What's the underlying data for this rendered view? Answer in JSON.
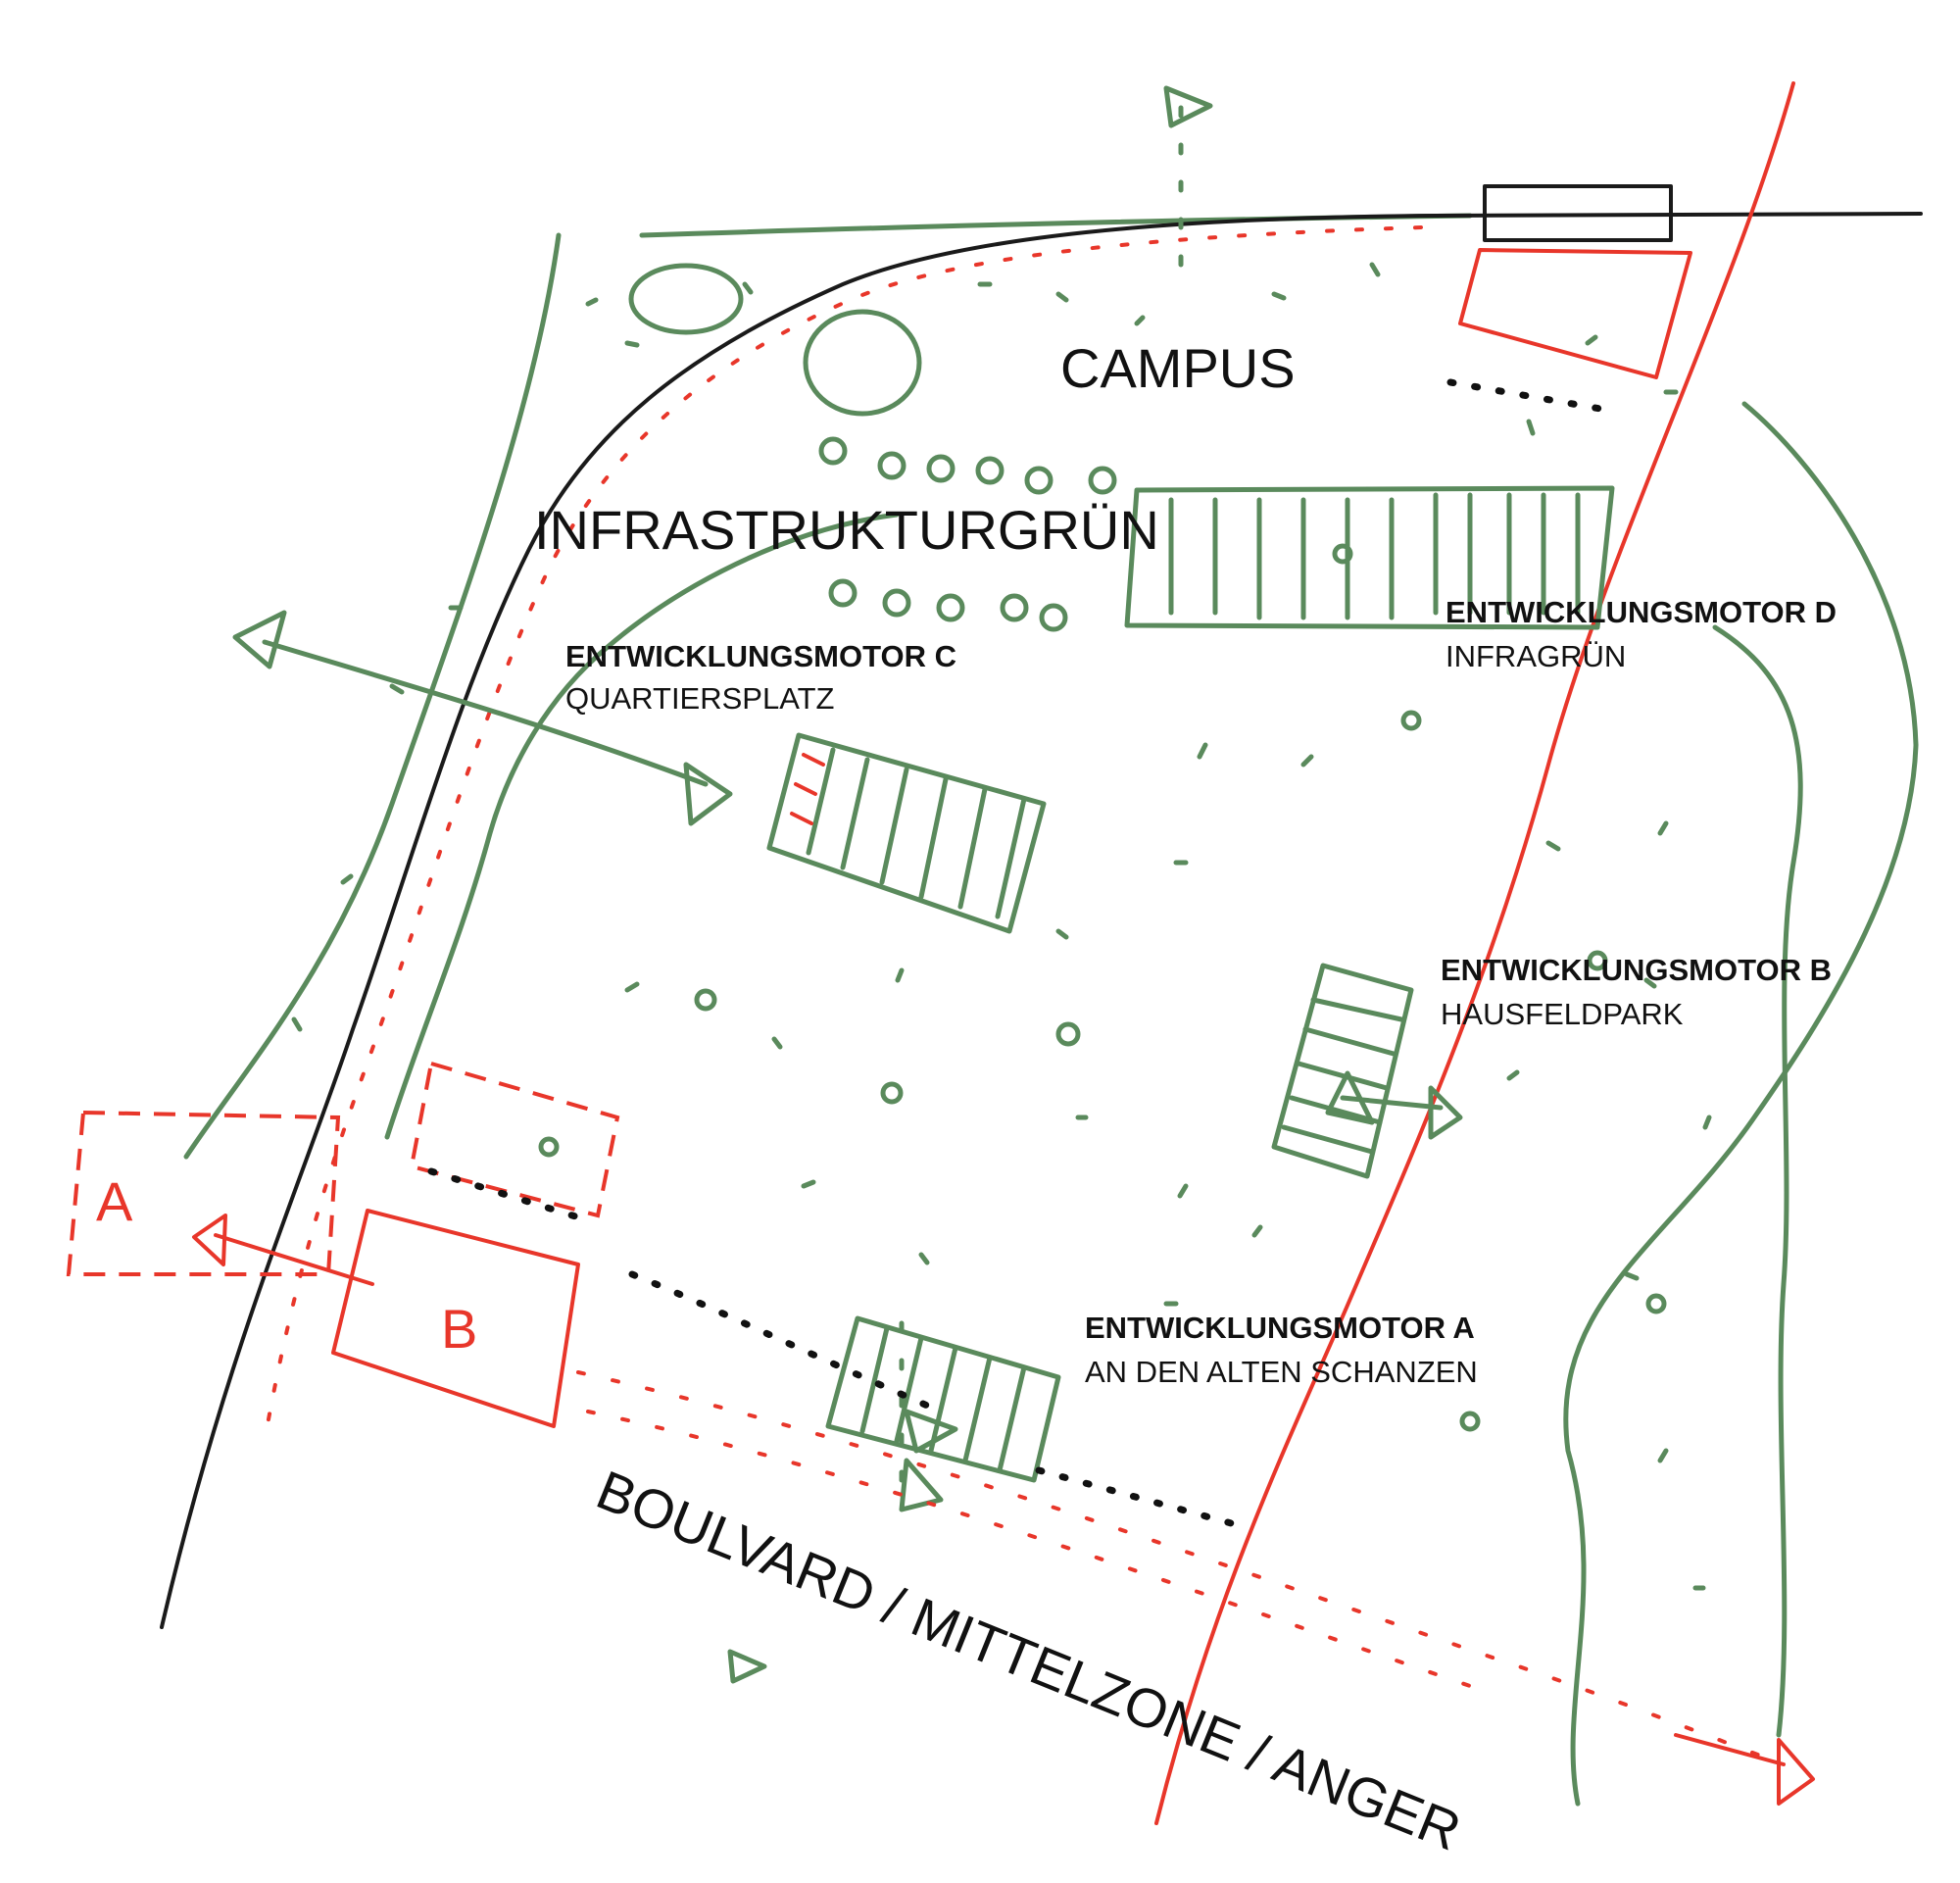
{
  "labels": {
    "campus": "CAMPUS",
    "infrastrukturgruen": "INFRASTRUKTURGRÜN",
    "boulevard": "BOULVARD / MITTELZONE / ANGER"
  },
  "motors": {
    "a": {
      "title": "ENTWICKLUNGSMOTOR A",
      "subtitle": "AN DEN ALTEN SCHANZEN"
    },
    "b": {
      "title": "ENTWICKLUNGSMOTOR B",
      "subtitle": "HAUSFELDPARK"
    },
    "c": {
      "title": "ENTWICKLUNGSMOTOR C",
      "subtitle": "QUARTIERSPLATZ"
    },
    "d": {
      "title": "ENTWICKLUNGSMOTOR D",
      "subtitle": "INFRAGRÜN"
    }
  },
  "handwritten": {
    "a": "A",
    "b": "B"
  },
  "colors": {
    "green": "#5a8a5c",
    "red": "#e8362a",
    "ink": "#111111"
  }
}
